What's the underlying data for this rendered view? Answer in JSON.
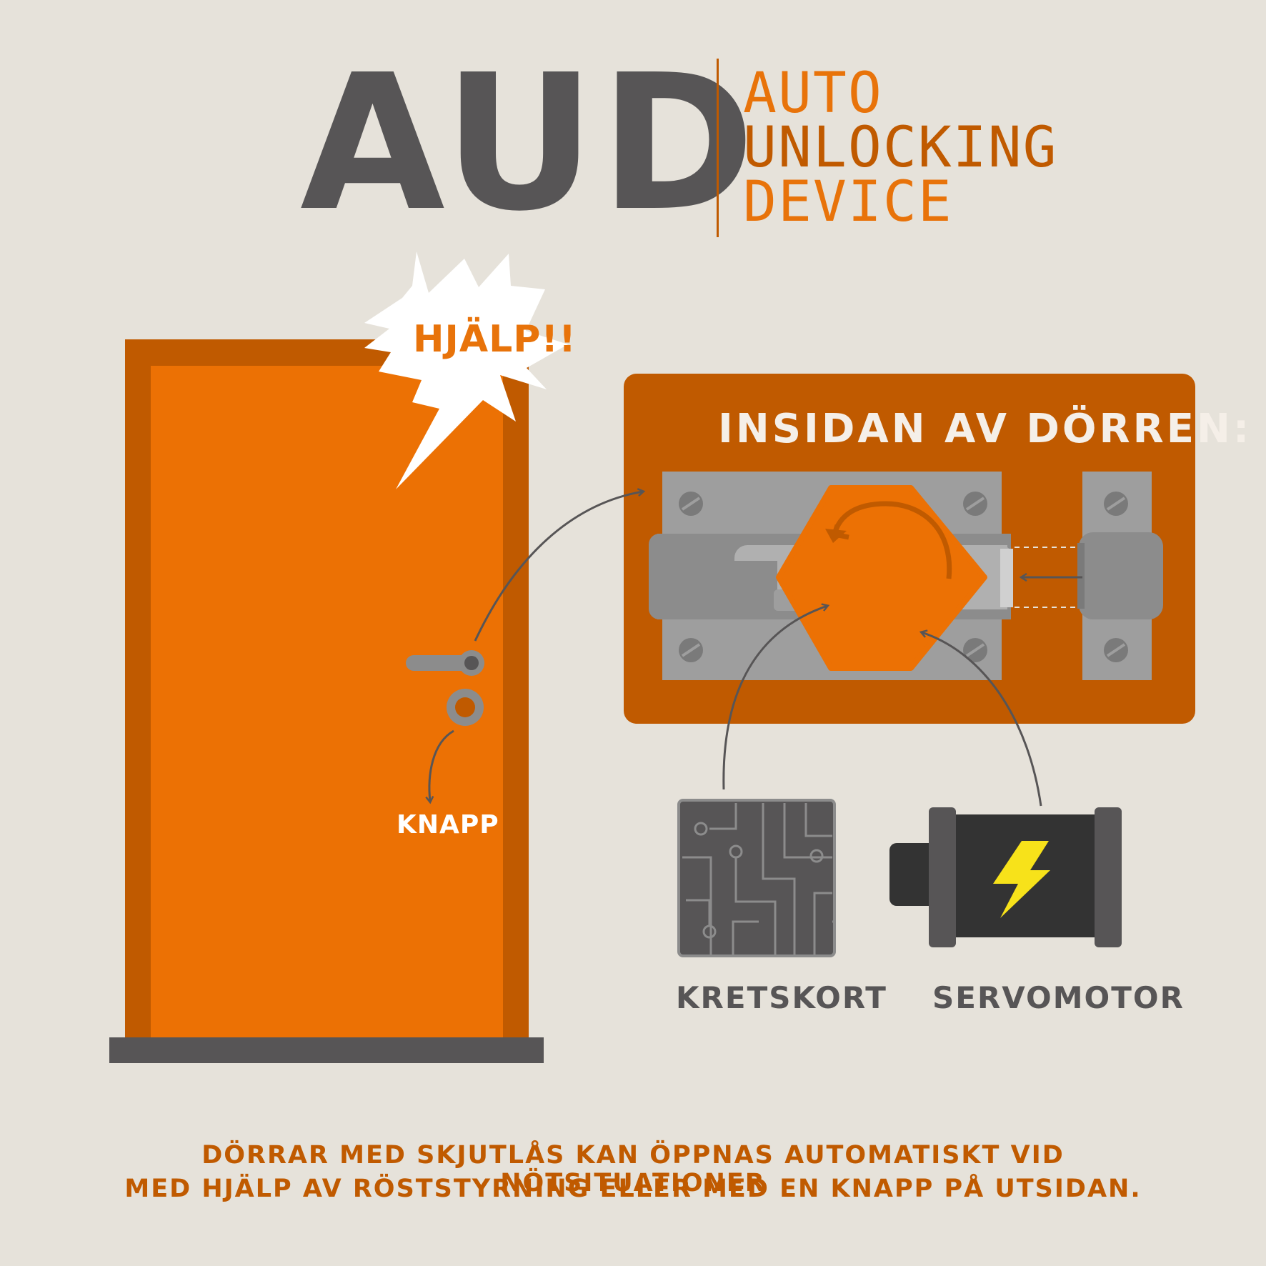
{
  "title": {
    "acronym": "AUD",
    "line1": "AUTO",
    "line2": "UNLOCKING",
    "line3": "DEVICE"
  },
  "door": {
    "speech_burst": "HJÄLP!!",
    "button_label": "KNAPP"
  },
  "panel": {
    "title": "INSIDAN AV DÖRREN:"
  },
  "components": {
    "circuit_board_label": "KRETSKORT",
    "servo_label": "SERVOMOTOR"
  },
  "caption": {
    "line1": "DÖRRAR MED SKJUTLÅS KAN ÖPPNAS AUTOMATISKT VID NÖTSITUATIONER",
    "line2": "MED HJÄLP AV RÖSTSTYRNING ELLER MED EN KNAPP PÅ UTSIDAN."
  },
  "colors": {
    "background": "#e6e2da",
    "door_orange": "#ec7104",
    "door_frame": "#c05a00",
    "dark_gray": "#575556",
    "lightning": "#f7e21a"
  },
  "icons": [
    "speech-burst-icon",
    "door-handle-icon",
    "door-button-icon",
    "slide-bolt-lock-icon",
    "hexagon-gear-icon",
    "rotate-arrow-icon",
    "circuit-board-icon",
    "servo-motor-icon",
    "lightning-icon",
    "arrow-icon"
  ]
}
